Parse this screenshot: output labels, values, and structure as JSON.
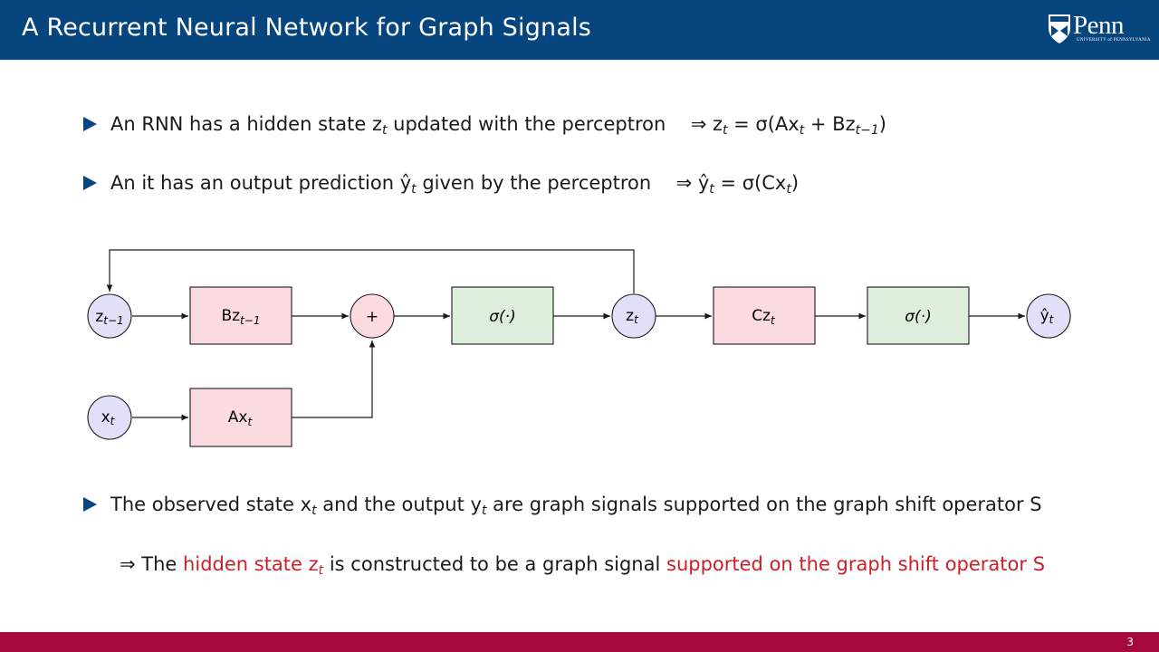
{
  "header": {
    "title": "A Recurrent Neural Network for Graph Signals",
    "logo_word": "Penn",
    "logo_sub": "UNIVERSITY of PENNSYLVANIA"
  },
  "bullets": [
    {
      "text": "An RNN has a hidden state z",
      "sub": "t",
      "rest": " updated with the perceptron",
      "eq": "⇒ z",
      "eq_sub": "t",
      "eq_rest": " = σ(Ax",
      "eq_sub2": "t",
      "eq_rest2": " + Bz",
      "eq_sub3": "t−1",
      "eq_rest3": ")"
    },
    {
      "text": "An it has an output prediction ŷ",
      "sub": "t",
      "rest": " given by the perceptron",
      "eq": "⇒ ŷ",
      "eq_sub": "t",
      "eq_rest": " = σ(Cx",
      "eq_sub2": "t",
      "eq_rest2": ")"
    },
    {
      "text": "The observed state x",
      "sub": "t",
      "rest": " and the output y",
      "sub2": "t",
      "rest2": " are graph signals supported on the graph shift operator S"
    }
  ],
  "conclusion": {
    "arrow": "⇒",
    "the": "The",
    "red1": "hidden state z",
    "red1_sub": "t",
    "middle": "is constructed to be a graph signal",
    "red2": "supported on the graph shift operator S"
  },
  "diagram": {
    "nodes": {
      "z_prev": {
        "main": "z",
        "sub": "t−1"
      },
      "bz": {
        "main": "Bz",
        "sub": "t−1"
      },
      "plus": {
        "main": "+"
      },
      "sigma1": {
        "main": "σ(·)"
      },
      "z_t": {
        "main": "z",
        "sub": "t"
      },
      "cz": {
        "main": "Cz",
        "sub": "t"
      },
      "sigma2": {
        "main": "σ(·)"
      },
      "y_hat": {
        "main": "ŷ",
        "sub": "t"
      },
      "x_t": {
        "main": "x",
        "sub": "t"
      },
      "ax": {
        "main": "Ax",
        "sub": "t"
      }
    },
    "colors": {
      "circle_fill": "#e0e0f8",
      "red_box": "#fcdbe0",
      "green_box": "#deeedc",
      "stroke": "#1a1a1a"
    }
  },
  "footer": {
    "page": "3",
    "color": "#a6093d"
  }
}
